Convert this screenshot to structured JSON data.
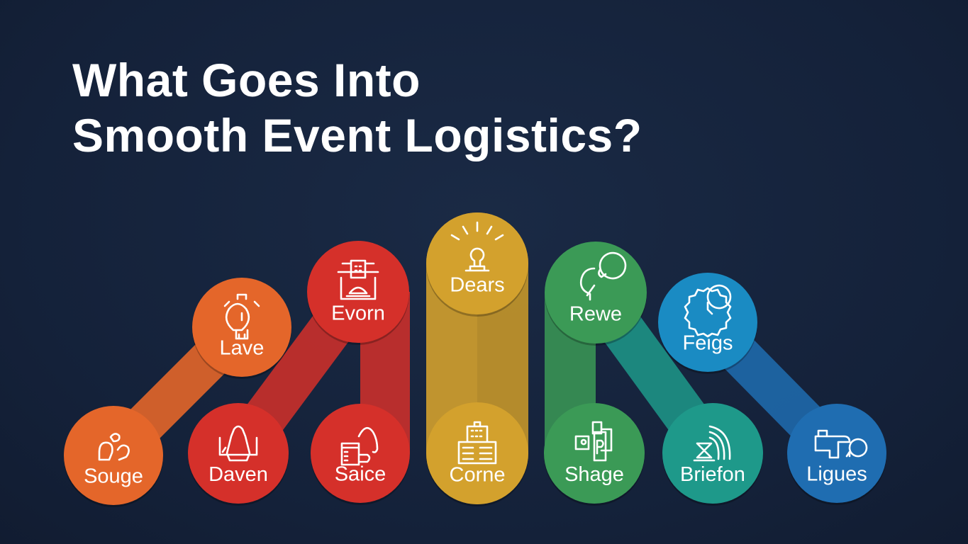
{
  "title": {
    "line1": "What Goes Into",
    "line2": "Smooth Event Logistics?"
  },
  "colors": {
    "background": "#15233b",
    "orange": "#e4662a",
    "red": "#d5302a",
    "yellow": "#d3a12d",
    "green": "#3b9a56",
    "teal": "#1e998a",
    "sky": "#1a8bc3",
    "blue": "#1f6db1"
  },
  "nodes": [
    {
      "label": "Souge",
      "icon": "people-group-icon",
      "color": "#e4662a"
    },
    {
      "label": "Lave",
      "icon": "lightbulb-icon",
      "color": "#e4662a"
    },
    {
      "label": "Evorn",
      "icon": "stage-building-icon",
      "color": "#d5302a"
    },
    {
      "label": "Daven",
      "icon": "presenter-screen-icon",
      "color": "#d5302a"
    },
    {
      "label": "Saice",
      "icon": "catering-icon",
      "color": "#d5302a"
    },
    {
      "label": "Dears",
      "icon": "spotlight-icon",
      "color": "#d3a12d"
    },
    {
      "label": "Corne",
      "icon": "venue-building-icon",
      "color": "#d3a12d"
    },
    {
      "label": "Rewe",
      "icon": "head-search-icon",
      "color": "#3b9a56"
    },
    {
      "label": "Shage",
      "icon": "parking-signs-icon",
      "color": "#3b9a56"
    },
    {
      "label": "Briefon",
      "icon": "wifi-signal-icon",
      "color": "#1e998a"
    },
    {
      "label": "Feigs",
      "icon": "gear-clock-icon",
      "color": "#1a8bc3"
    },
    {
      "label": "Ligues",
      "icon": "transport-clock-icon",
      "color": "#1f6db1"
    }
  ]
}
